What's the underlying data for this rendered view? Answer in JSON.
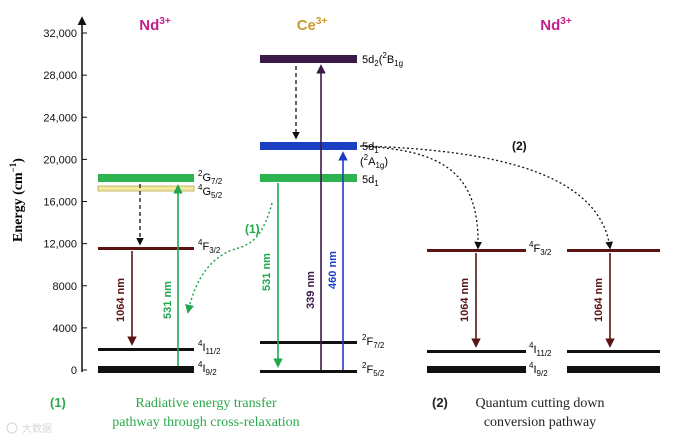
{
  "axis": {
    "label": "Energy (cm",
    "label_sup": "−1",
    "label_close": ")",
    "range": [
      0,
      32000
    ],
    "ticks": [
      {
        "value": 0,
        "label": "0"
      },
      {
        "value": 4000,
        "label": "4000"
      },
      {
        "value": 8000,
        "label": "8000"
      },
      {
        "value": 12000,
        "label": "12,000"
      },
      {
        "value": 16000,
        "label": "16,000"
      },
      {
        "value": 20000,
        "label": "20,000"
      },
      {
        "value": 24000,
        "label": "24,000"
      },
      {
        "value": 28000,
        "label": "28,000"
      },
      {
        "value": 32000,
        "label": "32,000"
      }
    ]
  },
  "columns": {
    "left": {
      "ion": "Nd",
      "charge": "3+",
      "color": "#c0208a"
    },
    "middle": {
      "ion": "Ce",
      "charge": "3+",
      "color": "#c99a2e"
    },
    "right": {
      "ion": "Nd",
      "charge": "3+",
      "color": "#c0208a"
    }
  },
  "labels": {
    "nd_left": {
      "g72": {
        "sup": "2",
        "main": "G",
        "sub": "7/2"
      },
      "g52": {
        "sup": "4",
        "main": "G",
        "sub": "5/2"
      },
      "f32": {
        "sup": "4",
        "main": "F",
        "sub": "3/2"
      },
      "i112": {
        "sup": "4",
        "main": "I",
        "sub": "11/2"
      },
      "i92": {
        "sup": "4",
        "main": "I",
        "sub": "9/2"
      }
    },
    "ce": {
      "d2": {
        "main": "5d",
        "sub": "2",
        "paren_open": "(",
        "sup": "2",
        "term": "B",
        "term_sub": "1g",
        "paren_close": ""
      },
      "d1": {
        "main": "5d",
        "sub": "1"
      },
      "d1_term": {
        "paren_open": "(",
        "sup": "2",
        "term": "A",
        "term_sub": "1g",
        "paren_close": ")"
      },
      "d1_green": {
        "main": "5d",
        "sub": "1"
      },
      "f72": {
        "sup": "2",
        "main": "F",
        "sub": "7/2"
      },
      "f52": {
        "sup": "2",
        "main": "F",
        "sub": "5/2"
      }
    },
    "nd_right": {
      "f32": {
        "sup": "4",
        "main": "F",
        "sub": "3/2"
      },
      "i112": {
        "sup": "4",
        "main": "I",
        "sub": "11/2"
      },
      "i92": {
        "sup": "4",
        "main": "I",
        "sub": "9/2"
      }
    }
  },
  "transitions": {
    "nd_emit_left": "1064 nm",
    "nd_abs_left": "531 nm",
    "ce_emit": "531 nm",
    "ce_abs_339": "339 nm",
    "ce_abs_460": "460 nm",
    "nd_emit_right_a": "1064 nm",
    "nd_emit_right_b": "1064 nm"
  },
  "pathway_markers": {
    "marker1": "(1)",
    "marker2": "(2)"
  },
  "captions": {
    "left": {
      "num": "(1)",
      "line1": "Radiative energy transfer",
      "line2": "pathway through cross-relaxation",
      "color": "#2aa84a"
    },
    "right": {
      "num": "(2)",
      "line1": "Quantum cutting down",
      "line2": "conversion pathway",
      "color": "#222222"
    }
  },
  "watermark": "大数据",
  "colors": {
    "green": "#1fa84c",
    "dark_red": "#5a1414",
    "purple": "#3b1a4a",
    "blue": "#1a3fc0",
    "black": "#111111",
    "green_level": "#2db34f",
    "yellow_level": "#f2e9a0"
  }
}
